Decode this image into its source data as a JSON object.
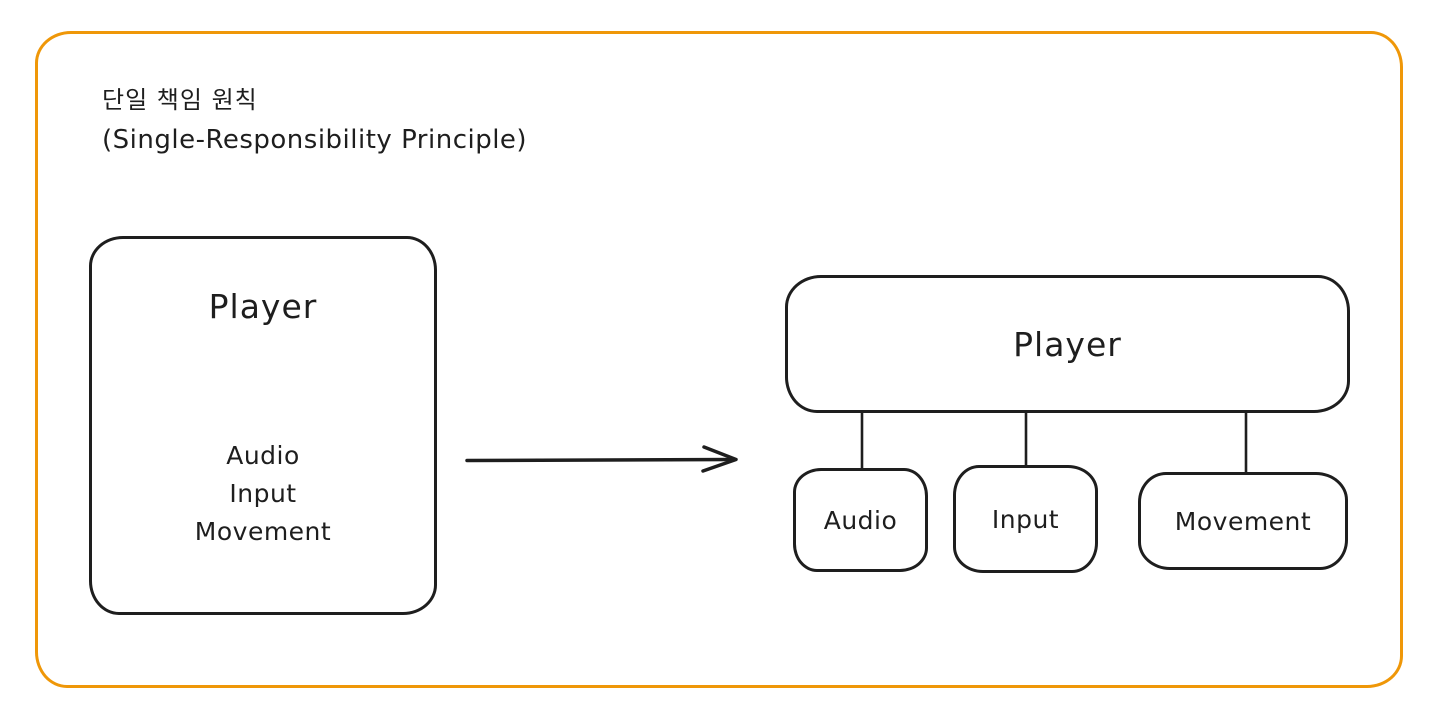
{
  "diagram": {
    "title": {
      "korean": "단일 책임 원칙",
      "english": "(Single-Responsibility Principle)"
    },
    "before": {
      "label": "Player",
      "responsibilities": [
        "Audio",
        "Input",
        "Movement"
      ]
    },
    "after": {
      "parent_label": "Player",
      "children": [
        "Audio",
        "Input",
        "Movement"
      ]
    },
    "colors": {
      "frame_border": "#ef9708",
      "ink": "#1e1e1e",
      "background": "#ffffff"
    }
  }
}
